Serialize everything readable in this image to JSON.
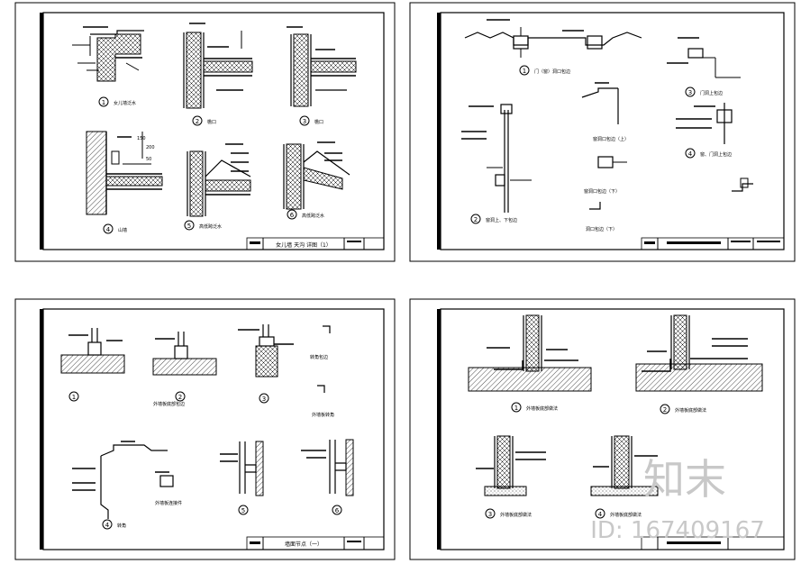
{
  "colors": {
    "line": "#000000",
    "background": "#ffffff",
    "watermark": "#c8c8c8"
  },
  "sheets": [
    {
      "id": "sheet-1",
      "title_block": {
        "title": "女儿墙  天沟  详图（1）"
      },
      "details": [
        {
          "num": "1",
          "label": "女儿墙泛水"
        },
        {
          "num": "2",
          "label": "檐口"
        },
        {
          "num": "3",
          "label": "檐口"
        },
        {
          "num": "4",
          "label": "山墙"
        },
        {
          "num": "5",
          "label": "高低跨泛水"
        },
        {
          "num": "6",
          "label": "高低跨泛水"
        }
      ],
      "dimensions": [
        "150",
        "200",
        "50"
      ]
    },
    {
      "id": "sheet-2",
      "title_block": {
        "title": ""
      },
      "details": [
        {
          "num": "1",
          "label": "门（窗）洞口包边"
        },
        {
          "num": "2",
          "label": "窗洞上、下包边"
        },
        {
          "num": "3",
          "label": "门洞上包边"
        },
        {
          "num": "4",
          "label": "窗、门洞上包边"
        }
      ],
      "captions": [
        "窗洞口包边（上）",
        "窗洞口包边（下）",
        "洞口包边（下）",
        "窗洞口包边（上）"
      ]
    },
    {
      "id": "sheet-3",
      "title_block": {
        "title": "墙面节点（一）"
      },
      "details": [
        {
          "num": "1",
          "label": ""
        },
        {
          "num": "2",
          "label": ""
        },
        {
          "num": "3",
          "label": ""
        },
        {
          "num": "4",
          "label": "转角"
        },
        {
          "num": "5",
          "label": ""
        },
        {
          "num": "6",
          "label": ""
        }
      ],
      "captions": [
        "外墙板底部包边",
        "外墙板转角",
        "转角包边",
        "外墙板连接件"
      ]
    },
    {
      "id": "sheet-4",
      "title_block": {
        "title": ""
      },
      "details": [
        {
          "num": "1",
          "label": "外墙板底部做法"
        },
        {
          "num": "2",
          "label": "外墙板底部做法"
        },
        {
          "num": "3",
          "label": "外墙板底部做法"
        },
        {
          "num": "4",
          "label": "外墙板底部做法"
        }
      ]
    }
  ],
  "watermark": {
    "brand": "知末",
    "id_text": "ID: 167409167"
  }
}
